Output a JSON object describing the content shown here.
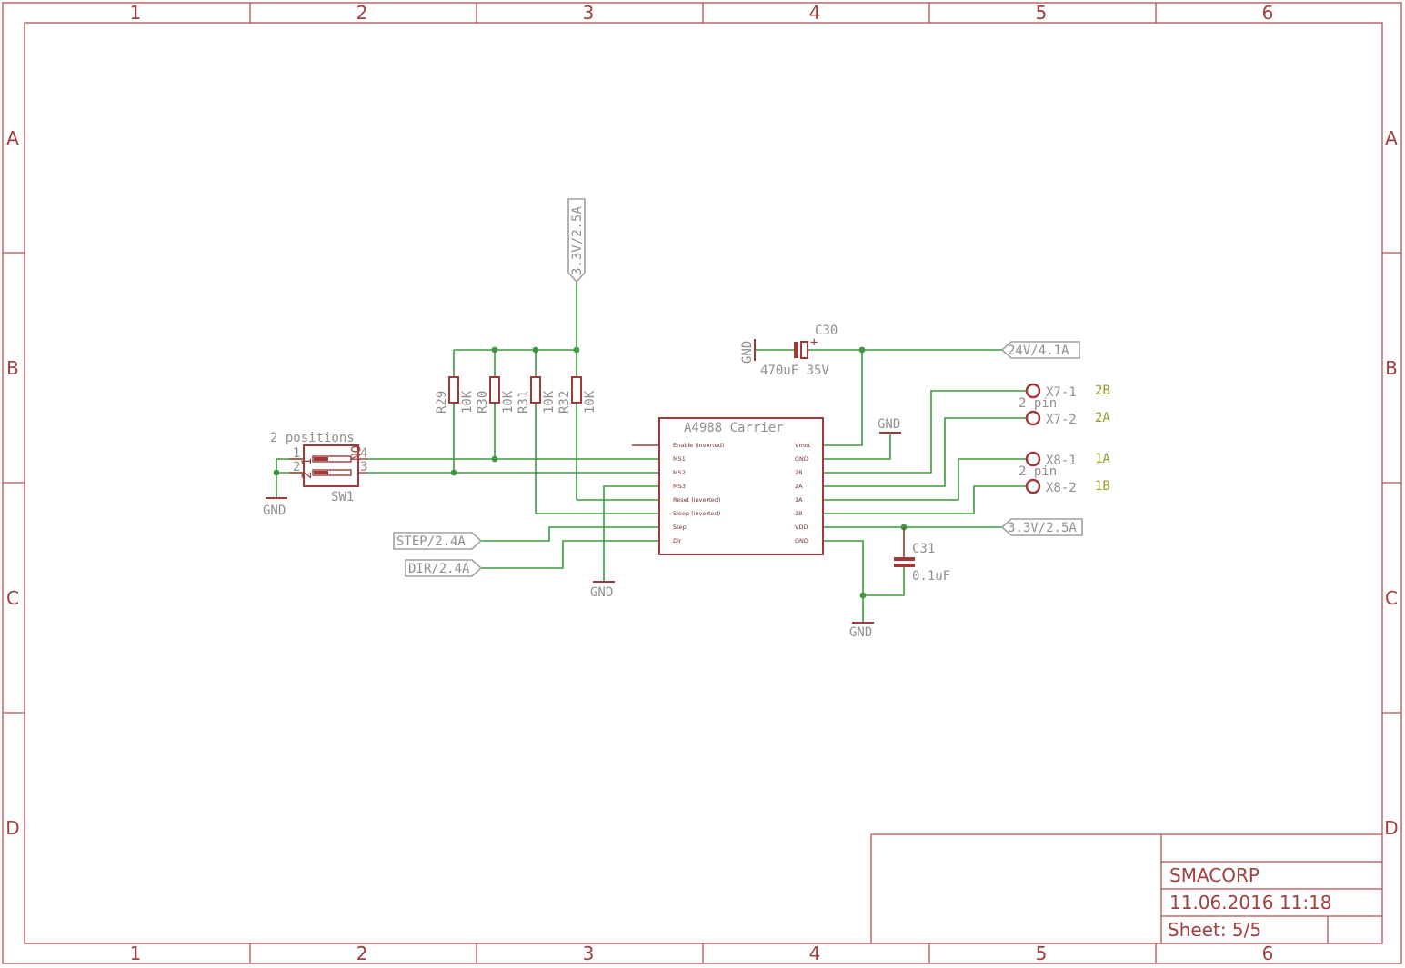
{
  "frame": {
    "columns": [
      "1",
      "2",
      "3",
      "4",
      "5",
      "6"
    ],
    "rows": [
      "A",
      "B",
      "C",
      "D"
    ]
  },
  "title_block": {
    "company": "SMACORP",
    "datetime": "11.06.2016 11:18",
    "sheet": "Sheet: 5/5"
  },
  "nets": {
    "supply_33": "3.3V/2.5A",
    "supply_24": "24V/4.1A",
    "step": "STEP/2.4A",
    "dir": "DIR/2.4A",
    "gnd": "GND"
  },
  "resistors": [
    {
      "ref": "R29",
      "value": "10K"
    },
    {
      "ref": "R30",
      "value": "10K"
    },
    {
      "ref": "R31",
      "value": "10K"
    },
    {
      "ref": "R32",
      "value": "10K"
    }
  ],
  "switch": {
    "ref": "SW1",
    "desc": "2 positions",
    "on_label": "ON",
    "pins": [
      "1",
      "2",
      "4",
      "3"
    ],
    "inner": [
      "1",
      "2"
    ]
  },
  "caps": {
    "c30": {
      "ref": "C30",
      "value": "470uF 35V",
      "plus": "+"
    },
    "c31": {
      "ref": "C31",
      "value": "0.1uF"
    }
  },
  "driver": {
    "name": "A4988 Carrier",
    "left_pins": [
      "Enable (inverted)",
      "MS1",
      "MS2",
      "MS3",
      "Reset (inverted)",
      "Sleep (inverted)",
      "Step",
      "Dir"
    ],
    "right_pins": [
      "Vmot",
      "GND",
      "2B",
      "2A",
      "1A",
      "1B",
      "VDD",
      "GND"
    ]
  },
  "connectors": {
    "x7_1": "X7-1",
    "x7_2": "X7-2",
    "x8_1": "X8-1",
    "x8_2": "X8-2",
    "x7_desc": "2 pin",
    "x8_desc": "2 pin",
    "lbl_2b": "2B",
    "lbl_2a": "2A",
    "lbl_1a": "1A",
    "lbl_1b": "1B"
  },
  "colors": {
    "frame": "#b05050",
    "wire": "#3c9a3c",
    "part": "#a03a3a",
    "label": "#909090",
    "connector_label": "#9a9a2a"
  }
}
